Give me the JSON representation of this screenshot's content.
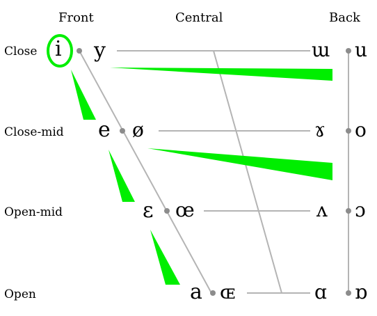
{
  "columns": {
    "front": "Front",
    "central": "Central",
    "back": "Back"
  },
  "rows": {
    "close": "Close",
    "close_mid": "Close-mid",
    "open_mid": "Open-mid",
    "open": "Open"
  },
  "vowels": {
    "close_front_unrounded": "i",
    "close_front_rounded": "y",
    "close_back_unrounded": "ɯ",
    "close_back_rounded": "u",
    "close_mid_front_unrounded": "e",
    "close_mid_front_rounded": "ø",
    "close_mid_back_unrounded": "ɤ",
    "close_mid_back_rounded": "o",
    "open_mid_front_unrounded": "ɛ",
    "open_mid_front_rounded": "œ",
    "open_mid_back_unrounded": "ʌ",
    "open_mid_back_rounded": "ɔ",
    "open_front_unrounded": "a",
    "open_front_rounded": "ɶ",
    "open_back_unrounded": "ɑ",
    "open_back_rounded": "ɒ"
  },
  "colors": {
    "line": "#b4b4b4",
    "dot": "#8c8c8c",
    "highlight": "#00ee00",
    "text": "#000000"
  },
  "highlighted_vowel": "close_front_unrounded"
}
